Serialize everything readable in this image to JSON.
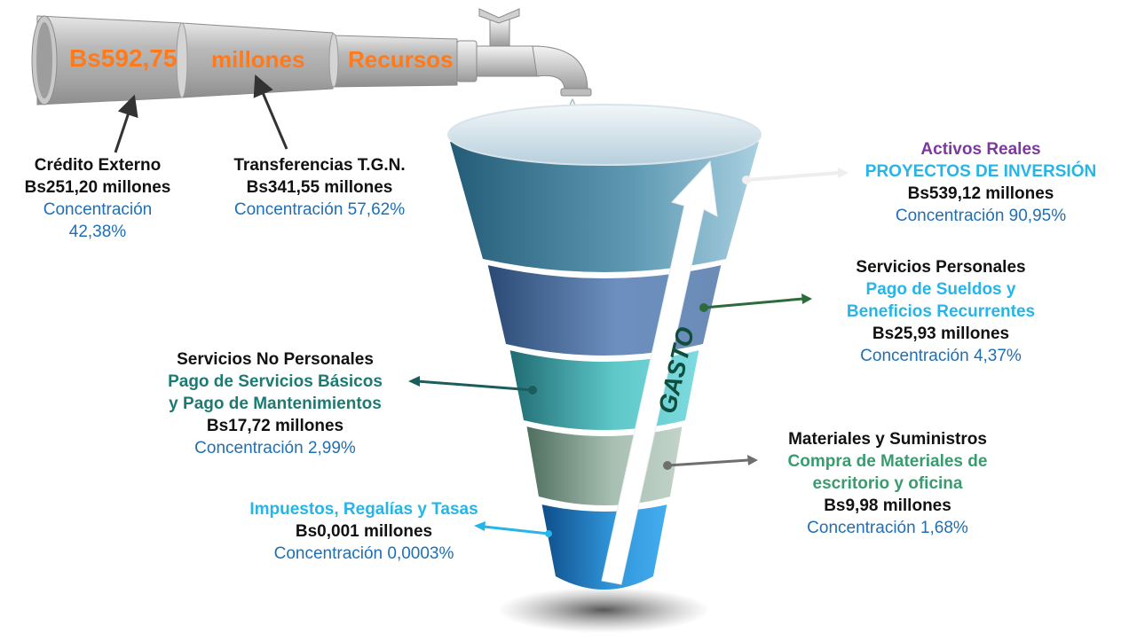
{
  "pipe": {
    "amount": "Bs592,75",
    "unit": "millones",
    "label": "Recursos",
    "amount_color": "#ff7a1a"
  },
  "sources": [
    {
      "title": "Crédito Externo",
      "amount": "Bs251,20 millones",
      "concentration_line1": "Concentración",
      "concentration_line2": "42,38%"
    },
    {
      "title": "Transferencias T.G.N.",
      "amount": "Bs341,55 millones",
      "concentration": "Concentración 57,62%"
    }
  ],
  "funnel": {
    "arrow_label": "GASTO",
    "colors": {
      "accent_blue": "#1f6fb5",
      "accent_cyan": "#27b4e6",
      "purple": "#7a3a9b",
      "teal": "#1d7a73",
      "green": "#3a9b6f"
    }
  },
  "expenses": {
    "activos": {
      "line1": "Activos Reales",
      "line2": "PROYECTOS DE INVERSIÓN",
      "amount": "Bs539,12 millones",
      "concentration": "Concentración 90,95%"
    },
    "personales": {
      "title": "Servicios Personales",
      "desc1": "Pago de Sueldos y",
      "desc2": "Beneficios Recurrentes",
      "amount": "Bs25,93 millones",
      "concentration": "Concentración 4,37%"
    },
    "no_personales": {
      "title": "Servicios No Personales",
      "desc1": "Pago de Servicios Básicos",
      "desc2": "y Pago de Mantenimientos",
      "amount": "Bs17,72 millones",
      "concentration": "Concentración 2,99%"
    },
    "materiales": {
      "title": "Materiales y Suministros",
      "desc1": "Compra de Materiales de",
      "desc2": "escritorio y oficina",
      "amount": "Bs9,98 millones",
      "concentration": "Concentración 1,68%"
    },
    "impuestos": {
      "title": "Impuestos, Regalías y Tasas",
      "amount": "Bs0,001 millones",
      "concentration": "Concentración 0,0003%"
    }
  }
}
